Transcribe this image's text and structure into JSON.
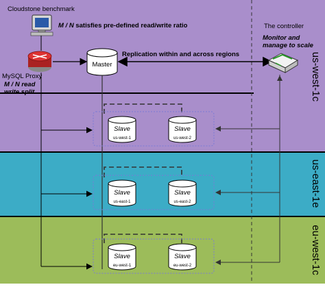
{
  "colors": {
    "region_west": "#a98ecb",
    "region_east": "#3cacc6",
    "region_eu": "#9cbc5a",
    "line": "#000000",
    "dashed_group": "#8a8ad8",
    "arrow": "#333333"
  },
  "diagram": {
    "benchmark_label": "Cloudstone benchmark",
    "ratio_prefix": "M / N",
    "ratio_suffix": " satisfies pre-defined read/write ratio",
    "proxy_label": "MySQL Proxy",
    "proxy_sub1": "M / N read",
    "proxy_sub2": "write split",
    "master_label": "Master",
    "replication_label": "Replication within and across regions",
    "controller_label": "The controller",
    "controller_sub1": "Monitor and",
    "controller_sub2": "manage to scale",
    "regions": [
      {
        "name": "us-west-1c"
      },
      {
        "name": "us-east-1e"
      },
      {
        "name": "eu-west-1c"
      }
    ],
    "slaves": [
      {
        "title": "Slave",
        "sub": "us-west-1"
      },
      {
        "title": "Slave",
        "sub": "us-west-2"
      },
      {
        "title": "Slave",
        "sub": "us-east-1"
      },
      {
        "title": "Slave",
        "sub": "us-east-2"
      },
      {
        "title": "Slave",
        "sub": "eu-west-1"
      },
      {
        "title": "Slave",
        "sub": "eu-west-2"
      }
    ]
  }
}
